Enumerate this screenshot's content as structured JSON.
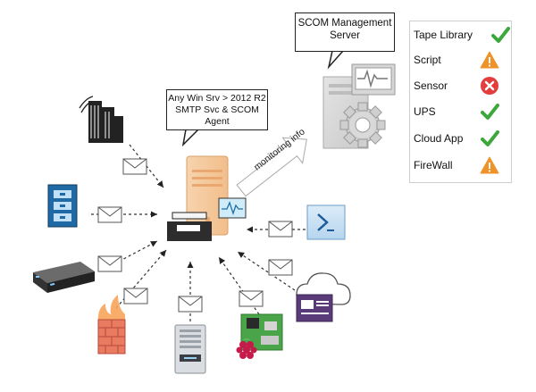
{
  "scom_server": {
    "title_lines": [
      "SCOM Management",
      "Server"
    ]
  },
  "relay_server": {
    "callout_lines": [
      "Any Win Srv > 2012 R2",
      "SMTP Svc & SCOM",
      "Agent"
    ]
  },
  "flow_label": "monitoring info",
  "status_panel": {
    "items": [
      {
        "label": "Tape Library",
        "status": "ok",
        "icon": "check-icon",
        "color": "#3da73d"
      },
      {
        "label": "Script",
        "status": "warning",
        "icon": "warning-icon",
        "color": "#f0922a"
      },
      {
        "label": "Sensor",
        "status": "error",
        "icon": "error-icon",
        "color": "#e53c3c"
      },
      {
        "label": "UPS",
        "status": "ok",
        "icon": "check-icon",
        "color": "#3da73d"
      },
      {
        "label": "Cloud App",
        "status": "ok",
        "icon": "check-icon",
        "color": "#3da73d"
      },
      {
        "label": "FireWall",
        "status": "warning",
        "icon": "warning-icon",
        "color": "#f0922a"
      }
    ]
  },
  "sources": [
    {
      "name": "office-building-icon"
    },
    {
      "name": "tape-library-icon"
    },
    {
      "name": "rack-server-icon"
    },
    {
      "name": "firewall-icon"
    },
    {
      "name": "storage-server-icon"
    },
    {
      "name": "raspberry-pi-icon"
    },
    {
      "name": "cloud-app-icon"
    },
    {
      "name": "powershell-script-icon"
    }
  ]
}
